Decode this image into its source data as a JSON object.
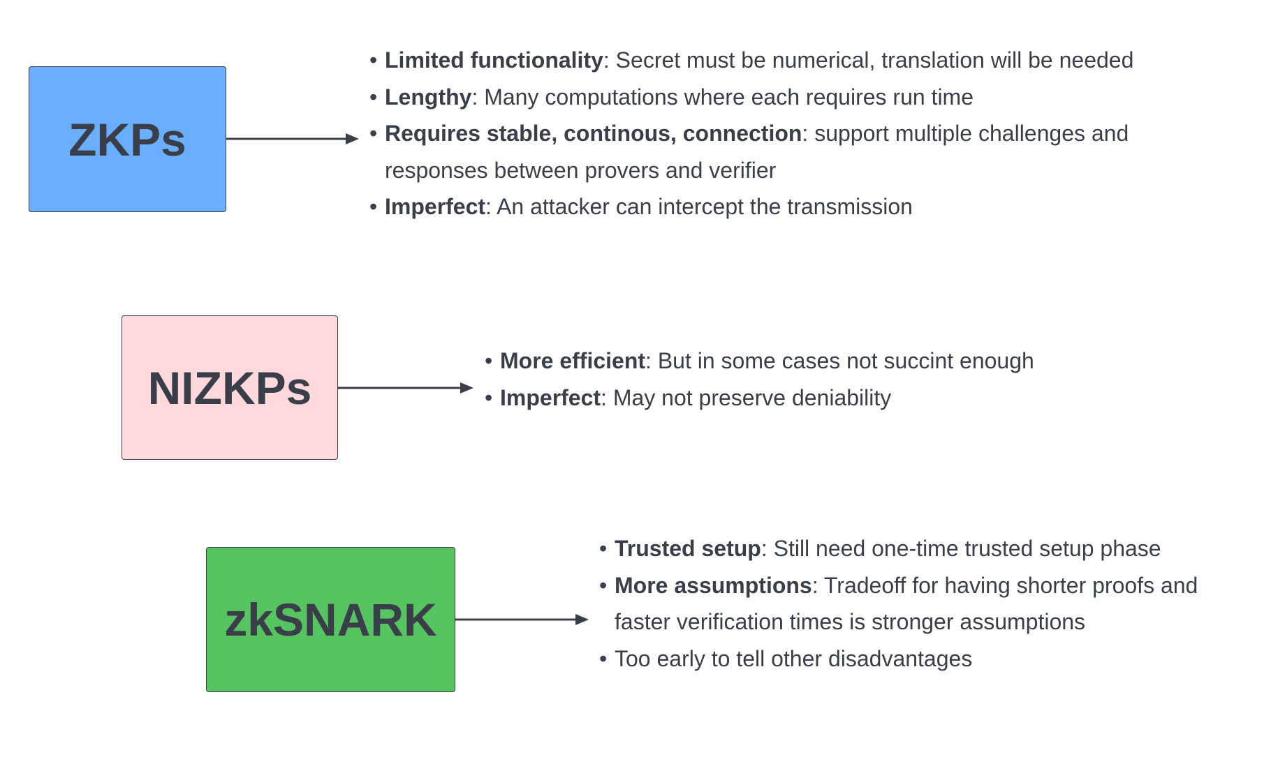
{
  "nodes": {
    "zkps": {
      "label": "ZKPs",
      "fill": "#6aaefe"
    },
    "nizkps": {
      "label": "NIZKPs",
      "fill": "#ffd9dc"
    },
    "zksnark": {
      "label": "zkSNARK",
      "fill": "#56c461"
    }
  },
  "edge_color": "#3a3e48",
  "lists": {
    "zkps": [
      {
        "term": "Limited functionality",
        "text": ": Secret must be numerical, translation will be needed"
      },
      {
        "term": "Lengthy",
        "text": ": Many computations where each requires run time"
      },
      {
        "term": "Requires stable, continous, connection",
        "text": ": support multiple challenges and",
        "continuation": "responses between provers and verifier"
      },
      {
        "term": "Imperfect",
        "text": ": An attacker can intercept the transmission"
      }
    ],
    "nizkps": [
      {
        "term": "More efficient",
        "text": ": But in some cases not succint enough"
      },
      {
        "term": "Imperfect",
        "text": ": May not preserve deniability"
      }
    ],
    "zksnark": [
      {
        "term": "Trusted setup",
        "text": ": Still need one-time trusted setup phase"
      },
      {
        "term": "More assumptions",
        "text": ": Tradeoff for having shorter proofs and",
        "continuation": "faster verification times is stronger assumptions"
      },
      {
        "term": "",
        "text": "Too early to tell other disadvantages"
      }
    ]
  }
}
